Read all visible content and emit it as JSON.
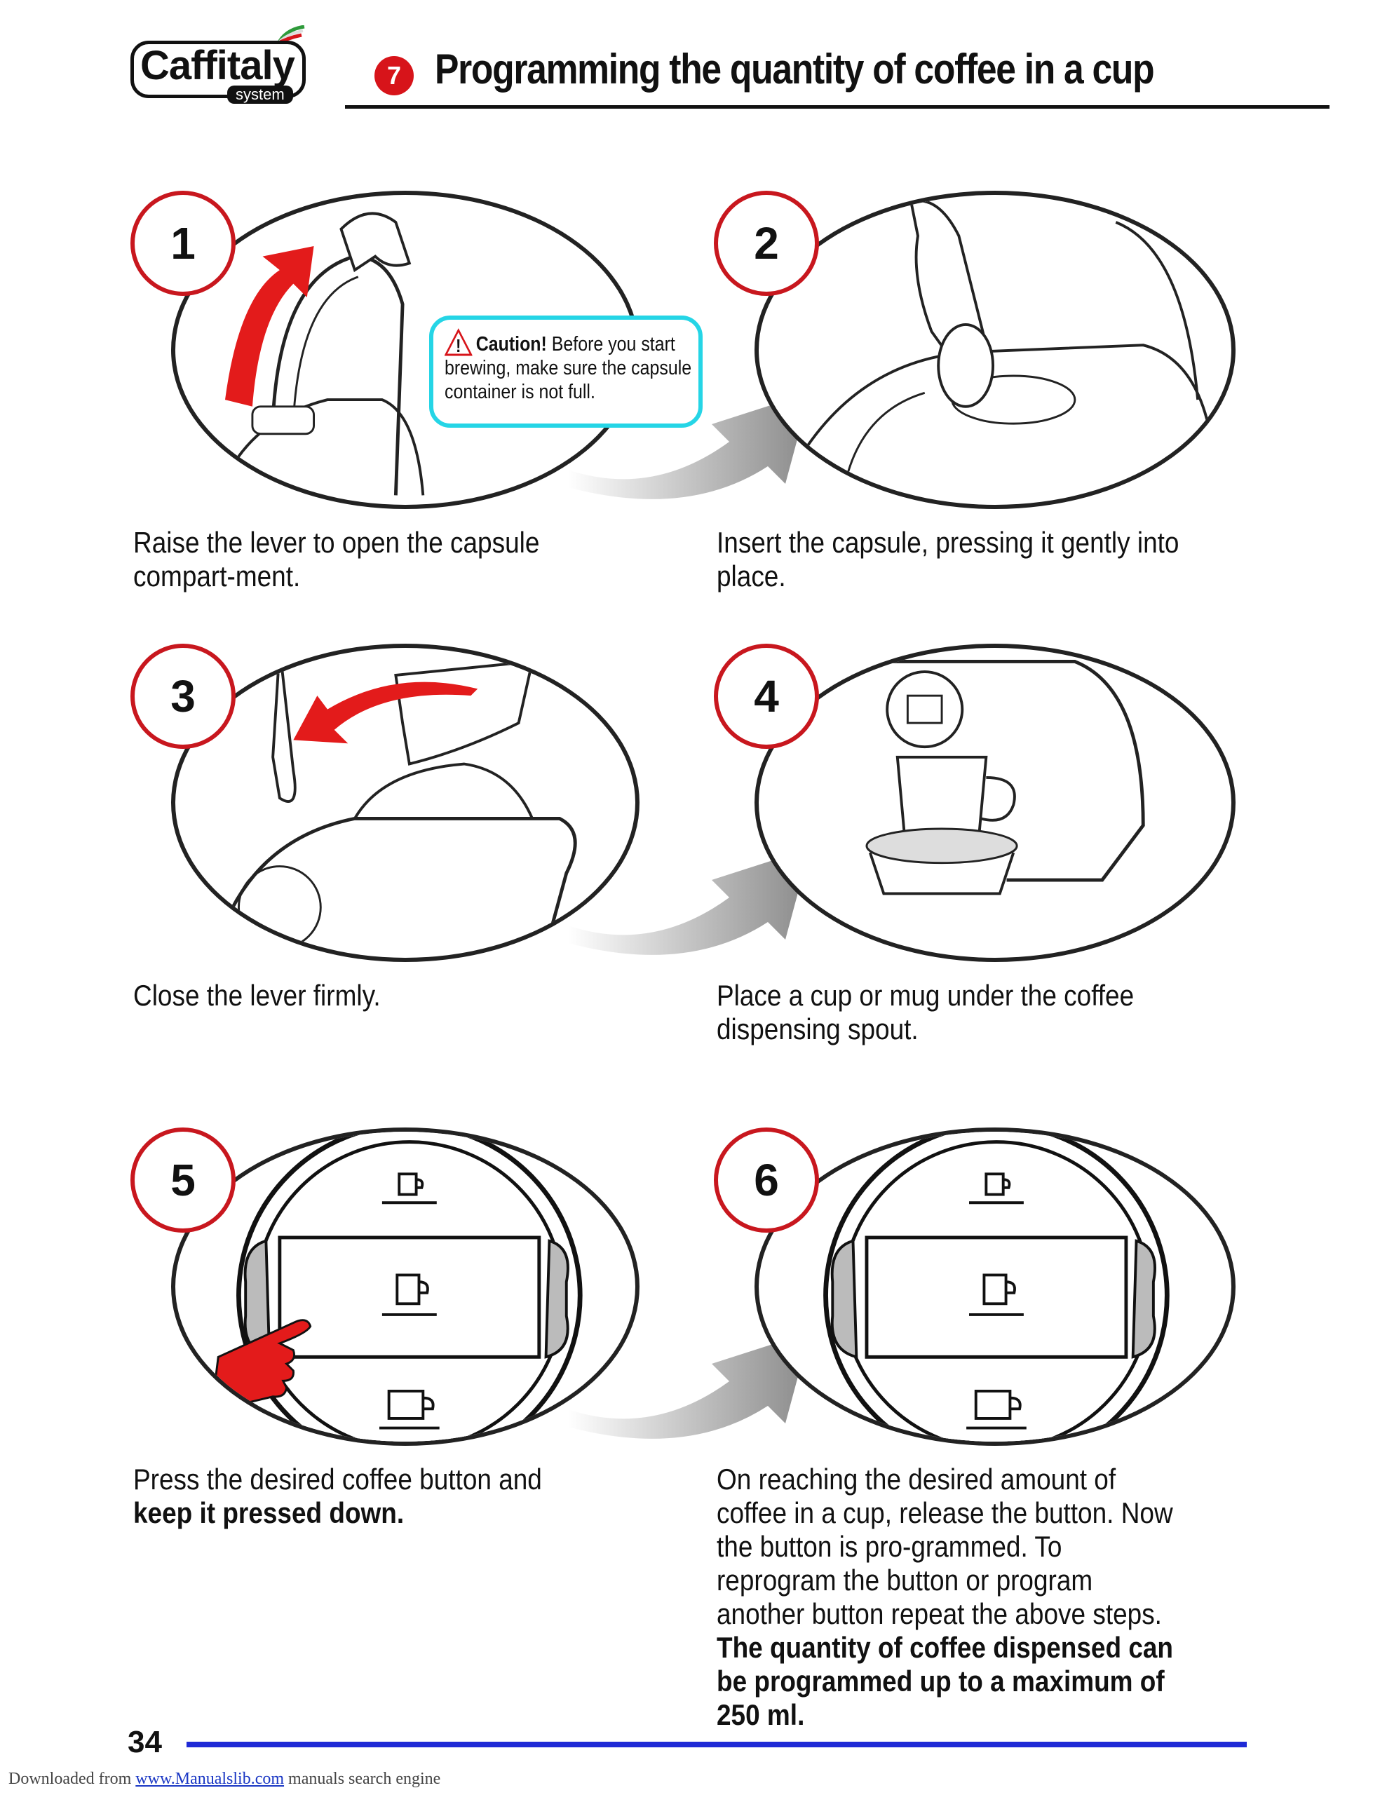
{
  "header": {
    "logo_text": "Caffitaly",
    "logo_sub": "system",
    "section_number": "7",
    "title": "Programming the quantity of coffee in a cup"
  },
  "caution": {
    "bold": "Caution!",
    "text": "Before you start brewing, make sure the capsule container is not full."
  },
  "steps": [
    {
      "number": "1",
      "caption": "Raise the lever to open the capsule compart-ment."
    },
    {
      "number": "2",
      "caption": "Insert the capsule, pressing it gently into place."
    },
    {
      "number": "3",
      "caption": "Close the lever firmly."
    },
    {
      "number": "4",
      "caption": "Place a cup or mug under the coffee dispensing spout."
    },
    {
      "number": "5",
      "caption_normal": "Press the desired coffee button and",
      "caption_bold": "keep it pressed down."
    },
    {
      "number": "6",
      "caption_normal": "On reaching the desired amount of coffee in a cup, release the button. Now the button is pro-grammed. To reprogram the button or program another button repeat the above steps.",
      "caption_bold": "The quantity of coffee dispensed can be programmed up to a maximum of 250 ml."
    }
  ],
  "footer": {
    "page_number": "34",
    "download_prefix": "Downloaded from",
    "download_link": "www.Manualslib.com",
    "download_suffix": "manuals search engine"
  },
  "colors": {
    "accent_red": "#c8171e",
    "caution_cyan": "#25d5e6",
    "footer_blue": "#1f2ad6"
  },
  "icons": [
    "red-curved-arrow-icon",
    "grey-transition-arrow-icon",
    "warning-triangle-icon",
    "cup-icon",
    "pointing-hand-icon"
  ]
}
